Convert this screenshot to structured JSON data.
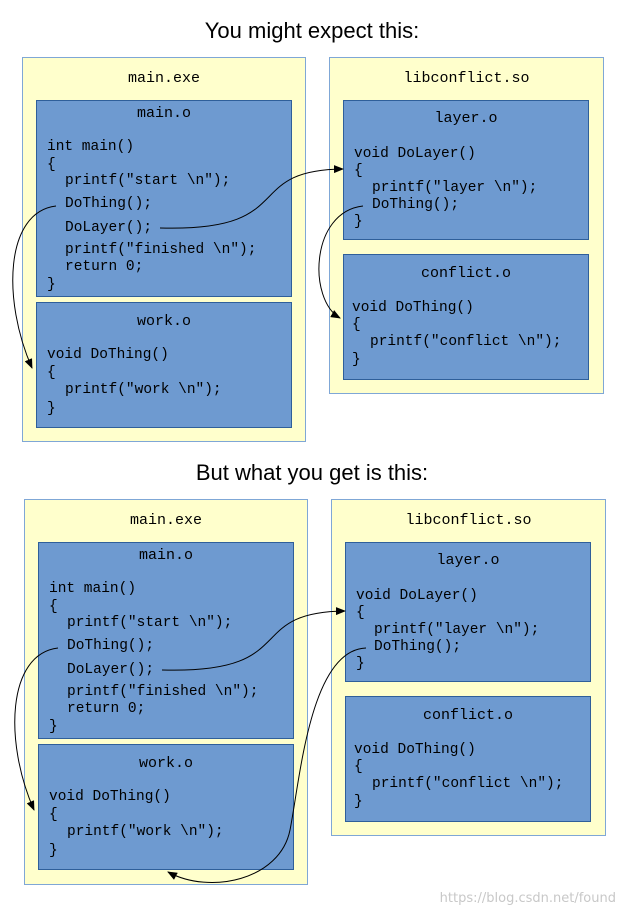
{
  "top": {
    "heading": "You might expect this:",
    "main_exe": {
      "title": "main.exe",
      "main_o": {
        "title": "main.o",
        "lines": [
          "int main()",
          "{",
          "printf(\"start \\n\");",
          "DoThing();",
          "DoLayer();",
          "printf(\"finished \\n\");",
          "return 0;",
          "}"
        ]
      },
      "work_o": {
        "title": "work.o",
        "lines": [
          "void DoThing()",
          "{",
          "printf(\"work \\n\");",
          "}"
        ]
      }
    },
    "lib": {
      "title": "libconflict.so",
      "layer_o": {
        "title": "layer.o",
        "lines": [
          "void DoLayer()",
          "{",
          "printf(\"layer \\n\");",
          "DoThing();",
          "}"
        ]
      },
      "conflict_o": {
        "title": "conflict.o",
        "lines": [
          "void DoThing()",
          "{",
          "printf(\"conflict \\n\");",
          "}"
        ]
      }
    }
  },
  "bottom": {
    "heading": "But what you get is this:",
    "main_exe": {
      "title": "main.exe",
      "main_o": {
        "title": "main.o",
        "lines": [
          "int main()",
          "{",
          "printf(\"start \\n\");",
          "DoThing();",
          "DoLayer();",
          "printf(\"finished \\n\");",
          "return 0;",
          "}"
        ]
      },
      "work_o": {
        "title": "work.o",
        "lines": [
          "void DoThing()",
          "{",
          "printf(\"work \\n\");",
          "}"
        ]
      }
    },
    "lib": {
      "title": "libconflict.so",
      "layer_o": {
        "title": "layer.o",
        "lines": [
          "void DoLayer()",
          "{",
          "printf(\"layer \\n\");",
          "DoThing();",
          "}"
        ]
      },
      "conflict_o": {
        "title": "conflict.o",
        "lines": [
          "void DoThing()",
          "{",
          "printf(\"conflict \\n\");",
          "}"
        ]
      }
    }
  },
  "watermark": "https://blog.csdn.net/found",
  "colors": {
    "container_fill": "#ffffcc",
    "module_fill": "#6e9ad0",
    "module_border": "#2f5f9a",
    "arrow": "#000000"
  }
}
